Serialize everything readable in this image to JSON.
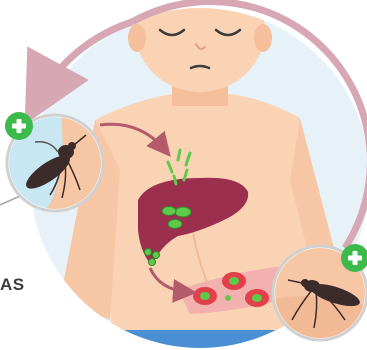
{
  "edge_text": "AS",
  "colors": {
    "cycle_arrow": "#d7a7b4",
    "skin": "#fad3b5",
    "skin_shadow": "#f4bf9a",
    "background_circle": "#e4f1f8",
    "liver": "#9c2f4e",
    "parasite": "#5fc94a",
    "red_cell": "#e0414a",
    "plus_badge": "#3dbb4a",
    "mosquito": "#3b2b2b",
    "pants": "#4a8fd4"
  },
  "badges": [
    "plus",
    "plus"
  ]
}
